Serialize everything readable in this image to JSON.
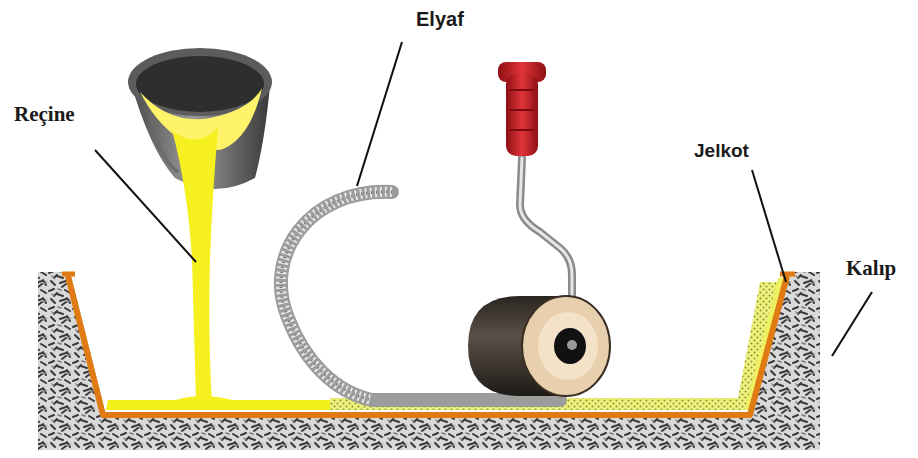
{
  "diagram": {
    "labels": [
      "Reçine",
      "Elyaf",
      "Jelkot",
      "Kalıp"
    ]
  }
}
